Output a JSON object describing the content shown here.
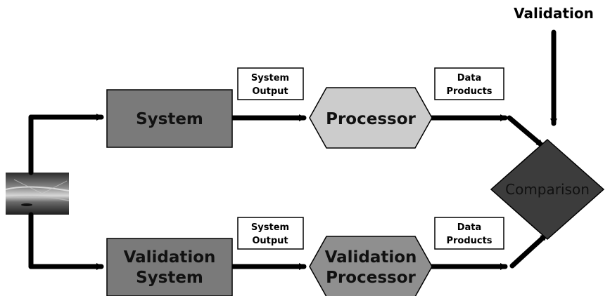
{
  "top_label": "Validation",
  "nodes": {
    "system": "System",
    "processor": "Processor",
    "validation_system_line1": "Validation",
    "validation_system_line2": "System",
    "validation_processor_line1": "Validation",
    "validation_processor_line2": "Processor",
    "comparison": "Comparison"
  },
  "tags": {
    "top_system_output_line1": "System",
    "top_system_output_line2": "Output",
    "top_data_products_line1": "Data",
    "top_data_products_line2": "Products",
    "bottom_system_output_line1": "System",
    "bottom_system_output_line2": "Output",
    "bottom_data_products_line1": "Data",
    "bottom_data_products_line2": "Products"
  },
  "colors": {
    "system_fill": "#7a7a7a",
    "processor_fill": "#cccccc",
    "validation_processor_fill": "#8f8f8f",
    "comparison_fill": "#3c3c3c",
    "edge": "#000000"
  },
  "icons": {
    "input_image": "sky-landscape-thumbnail"
  }
}
